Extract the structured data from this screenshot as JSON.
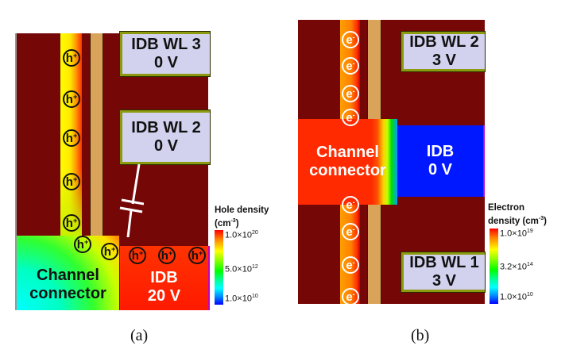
{
  "panel_a": {
    "caption": "(a)",
    "word_lines": [
      {
        "name": "IDB WL 3",
        "voltage": "0 V"
      },
      {
        "name": "IDB WL 2",
        "voltage": "0 V"
      }
    ],
    "channel_connector": "Channel\nconnector",
    "channel_connector_line1": "Channel",
    "channel_connector_line2": "connector",
    "idb": {
      "name": "IDB",
      "voltage": "20 V"
    },
    "carrier_label": "h",
    "carrier_charge": "+",
    "carrier_count": 10,
    "legend": {
      "title_line1": "Hole density",
      "title_line2": "(cm",
      "title_exp": "-3",
      "title_close": ")",
      "ticks": [
        {
          "mantissa": "1.0×10",
          "exp": "20"
        },
        {
          "mantissa": "5.0×10",
          "exp": "12"
        },
        {
          "mantissa": "1.0×10",
          "exp": "10"
        }
      ]
    },
    "annotation": "capacitor coupling symbol"
  },
  "panel_b": {
    "caption": "(b)",
    "word_lines": [
      {
        "name": "IDB WL 2",
        "voltage": "3 V"
      },
      {
        "name": "IDB WL 1",
        "voltage": "3 V"
      }
    ],
    "channel_connector_line1": "Channel",
    "channel_connector_line2": "connector",
    "idb": {
      "name": "IDB",
      "voltage": "0 V"
    },
    "carrier_label": "e",
    "carrier_charge": "-",
    "carrier_count": 8,
    "legend": {
      "title_line1": "Electron",
      "title_line2": "density (cm",
      "title_exp": "-3",
      "title_close": ")",
      "ticks": [
        {
          "mantissa": "1.0×10",
          "exp": "19"
        },
        {
          "mantissa": "3.2×10",
          "exp": "14"
        },
        {
          "mantissa": "1.0×10",
          "exp": "10"
        }
      ]
    }
  },
  "colors": {
    "substrate": "#760707",
    "oxide_strip": "#d9a45a",
    "wordline_fill": "#d2d2ef",
    "wordline_border": "#8c9a10",
    "idb_high": "#ff2200",
    "idb_low": "#0018ff"
  }
}
